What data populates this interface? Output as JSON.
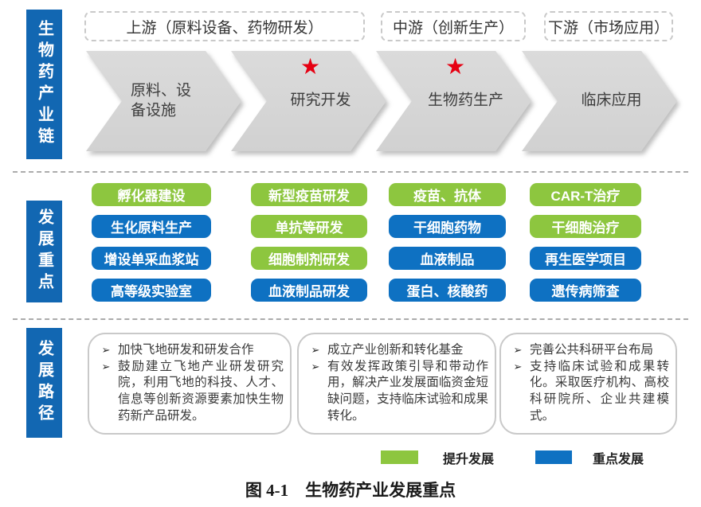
{
  "sidebar": {
    "chain_label": "生物药产业链",
    "focus_label": "发展重点",
    "path_label": "发展路径"
  },
  "chain": {
    "stages": [
      {
        "label": "上游（原料设备、药物研发）"
      },
      {
        "label": "中游（创新生产）"
      },
      {
        "label": "下游（市场应用）"
      }
    ],
    "chevrons": [
      {
        "label": "原料、设备设施",
        "star": false
      },
      {
        "label": "研究开发",
        "star": true
      },
      {
        "label": "生物药生产",
        "star": true
      },
      {
        "label": "临床应用",
        "star": false
      }
    ]
  },
  "focus": {
    "columns": [
      {
        "items": [
          {
            "label": "孵化器建设",
            "type": "green"
          },
          {
            "label": "生化原料生产",
            "type": "blue"
          },
          {
            "label": "增设单采血浆站",
            "type": "blue"
          },
          {
            "label": "高等级实验室",
            "type": "blue"
          }
        ]
      },
      {
        "items": [
          {
            "label": "新型疫苗研发",
            "type": "green"
          },
          {
            "label": "单抗等研发",
            "type": "green"
          },
          {
            "label": "细胞制剂研发",
            "type": "green"
          },
          {
            "label": "血液制品研发",
            "type": "blue"
          }
        ]
      },
      {
        "items": [
          {
            "label": "疫苗、抗体",
            "type": "green"
          },
          {
            "label": "干细胞药物",
            "type": "blue"
          },
          {
            "label": "血液制品",
            "type": "blue"
          },
          {
            "label": "蛋白、核酸药",
            "type": "blue"
          }
        ]
      },
      {
        "items": [
          {
            "label": "CAR-T治疗",
            "type": "green"
          },
          {
            "label": "干细胞治疗",
            "type": "green"
          },
          {
            "label": "再生医学项目",
            "type": "blue"
          },
          {
            "label": "遗传病筛查",
            "type": "blue"
          }
        ]
      }
    ]
  },
  "path": {
    "boxes": [
      {
        "bullets": [
          "加快飞地研发和研发合作",
          "鼓励建立飞地产业研发研究院，利用飞地的科技、人才、信息等创新资源要素加快生物药新产品研发。"
        ]
      },
      {
        "bullets": [
          "成立产业创新和转化基金",
          "有效发挥政策引导和带动作用，解决产业发展面临资金短缺问题，支持临床试验和成果转化。"
        ]
      },
      {
        "bullets": [
          "完善公共科研平台布局",
          "支持临床试验和成果转化。采取医疗机构、高校科研院所、企业共建模式。"
        ]
      }
    ]
  },
  "legend": {
    "items": [
      {
        "label": "提升发展",
        "type": "green"
      },
      {
        "label": "重点发展",
        "type": "blue"
      }
    ]
  },
  "caption": "图 4-1　生物药产业发展重点",
  "icons": {
    "star": "★",
    "bullet": "➢"
  },
  "colors": {
    "sidebar_blue": "#1267b2",
    "item_blue": "#0e71c2",
    "item_green": "#8dc63f",
    "star_red": "#e60012",
    "chevron_gray": "#d6d6d6"
  }
}
